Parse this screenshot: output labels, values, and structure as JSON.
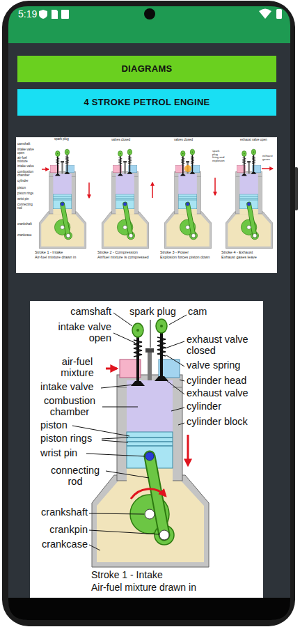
{
  "diagram": {
    "nodes": [
      {
        "text": [
          "DIAGRAMS"
        ]
      },
      {
        "text": [
          "4 STROKE PETROL ENGINE"
        ]
      }
    ],
    "labels": [
      "5:19",
      "camshaft",
      "spark plug",
      "intake valve open",
      "air-fuel mixture",
      "intake valve",
      "combustion chamber",
      "cylinder",
      "piston",
      "piston rings",
      "wrist pin",
      "connecting rod",
      "crankshaft",
      "crankcase",
      "Stroke 1 - Intake",
      "Air-fuel mixture drawn in",
      "valves closed",
      "Stroke 2 - Compression",
      "Air/fuel mixture is compressed",
      "valves closed",
      "spark plug firing and explosion",
      "Stroke 3 - Power",
      "Explosion forces piston down",
      "exhaust valve open",
      "exhaust gases",
      "Stroke 4 - Exhaust",
      "Exhaust gases leave",
      "camshaft",
      "spark plug",
      "cam",
      "intake valve open",
      "exhaust valve closed",
      "air-fuel mixture",
      "valve spring",
      "intake valve",
      "cylinder head",
      "combustion chamber",
      "exhaust valve",
      "cylinder",
      "piston",
      "cylinder block",
      "piston rings",
      "wrist pin",
      "connecting rod",
      "crankshaft",
      "crankpin",
      "crankcase",
      "Stroke 1 - Intake",
      "Air-fuel mixture drawn in"
    ]
  }
}
